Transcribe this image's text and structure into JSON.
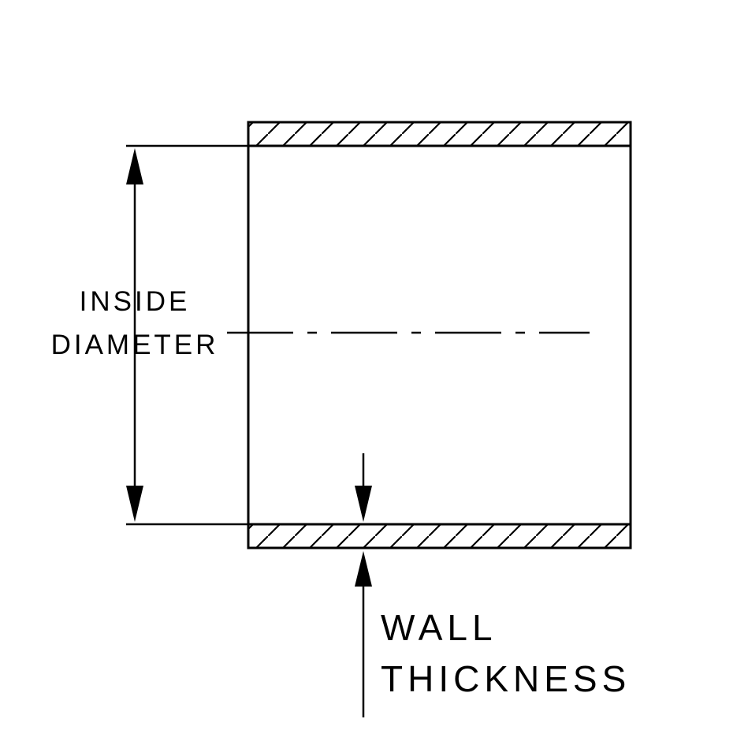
{
  "drawing": {
    "background_color": "#ffffff",
    "line_color": "#000000",
    "inside_diameter_label": {
      "line1": "INSIDE",
      "line2": "DIAMETER"
    },
    "wall_thickness_label": {
      "line1": "WALL",
      "line2": "THICKNESS"
    }
  }
}
